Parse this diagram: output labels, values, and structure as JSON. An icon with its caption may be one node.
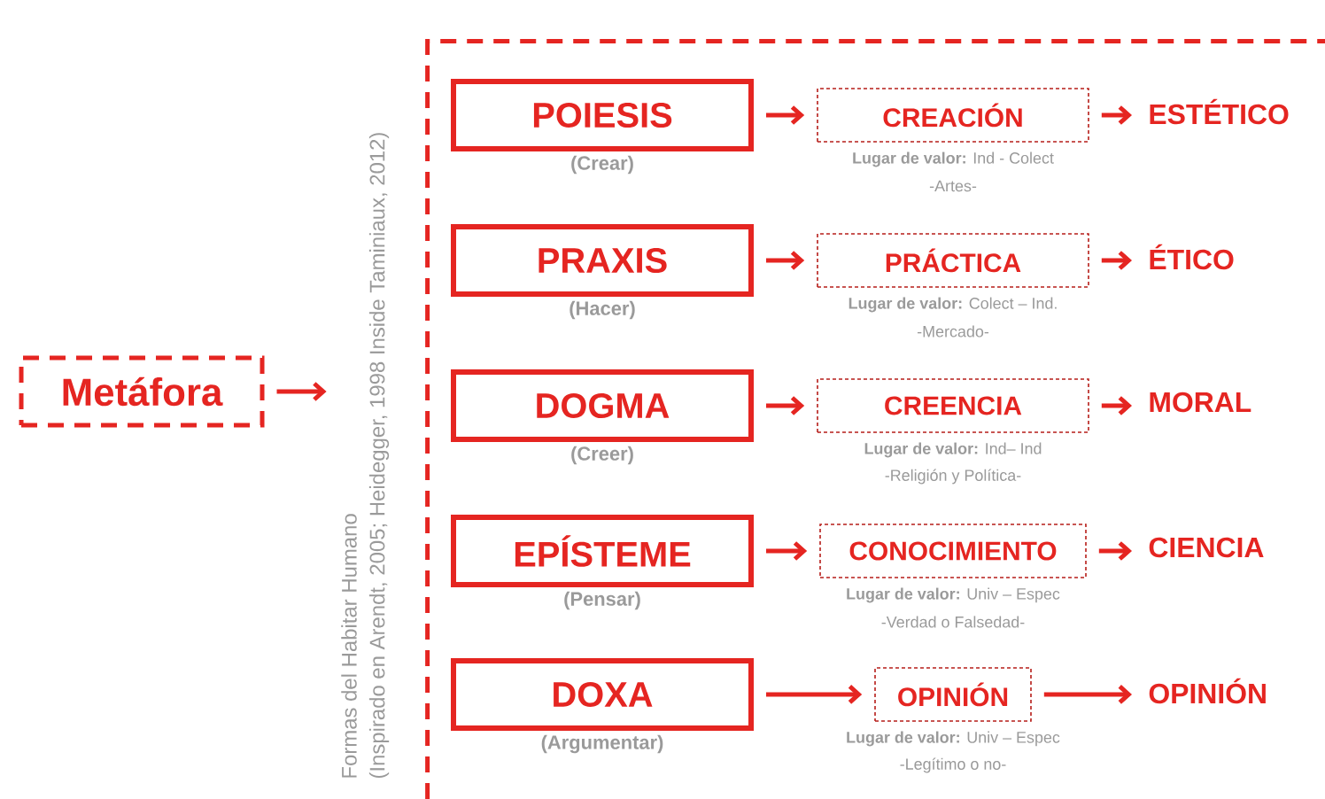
{
  "diagram": {
    "nodes": [
      {
        "text": [
          "Metáfora"
        ]
      },
      {
        "text": [
          "Formas del Habitar Humano",
          "(Inspirado en Arendt, 2005; Heidegger, 1998 Inside Taminiaux, 2012)"
        ]
      },
      {
        "text": [
          "POIESIS"
        ],
        "in": 1,
        "beside": [
          "(Crear)"
        ]
      },
      {
        "text": [
          "CREACIÓN"
        ],
        "in": 1,
        "beside": [
          "**Lugar de valor:** Ind - Colect",
          "-Artes-"
        ]
      },
      {
        "text": [
          "ESTÉTICO"
        ],
        "in": 1
      },
      {
        "text": [
          "PRAXIS"
        ],
        "in": 1,
        "beside": [
          "(Hacer)"
        ]
      },
      {
        "text": [
          "PRÁCTICA"
        ],
        "in": 1,
        "beside": [
          "**Lugar de valor:** Colect – Ind.",
          "-Mercado-"
        ]
      },
      {
        "text": [
          "ÉTICO"
        ],
        "in": 1
      },
      {
        "text": [
          "DOGMA"
        ],
        "in": 1,
        "beside": [
          "(Creer)"
        ]
      },
      {
        "text": [
          "CREENCIA"
        ],
        "in": 1,
        "beside": [
          "**Lugar de valor:** Ind– Ind",
          "-Religión y Política-"
        ]
      },
      {
        "text": [
          "MORAL"
        ],
        "in": 1
      },
      {
        "text": [
          "EPÍSTEME"
        ],
        "in": 1,
        "beside": [
          "(Pensar)"
        ]
      },
      {
        "text": [
          "CONOCIMIENTO"
        ],
        "in": 1,
        "beside": [
          "**Lugar de valor:** Univ – Espec",
          "-Verdad o Falsedad-"
        ]
      },
      {
        "text": [
          "CIENCIA"
        ],
        "in": 1
      },
      {
        "text": [
          "DOXA"
        ],
        "in": 1,
        "beside": [
          "(Argumentar)"
        ]
      },
      {
        "text": [
          "OPINIÓN"
        ],
        "in": 1,
        "beside": [
          "**Lugar de valor:** Univ – Espec",
          "-Legítimo o no-"
        ]
      },
      {
        "text": [
          "OPINIÓN"
        ],
        "in": 1
      }
    ],
    "edges": [
      {
        "from": 0,
        "to": 1,
        "arrow": "to"
      },
      {
        "from": 2,
        "to": 3,
        "arrow": "to"
      },
      {
        "from": 3,
        "to": 4,
        "arrow": "to"
      },
      {
        "from": 5,
        "to": 6,
        "arrow": "to"
      },
      {
        "from": 6,
        "to": 7,
        "arrow": "to"
      },
      {
        "from": 8,
        "to": 9,
        "arrow": "to"
      },
      {
        "from": 9,
        "to": 10,
        "arrow": "to"
      },
      {
        "from": 11,
        "to": 12,
        "arrow": "to"
      },
      {
        "from": 12,
        "to": 13,
        "arrow": "to"
      },
      {
        "from": 14,
        "to": 15,
        "arrow": "to"
      },
      {
        "from": 15,
        "to": 16,
        "arrow": "to"
      }
    ]
  }
}
